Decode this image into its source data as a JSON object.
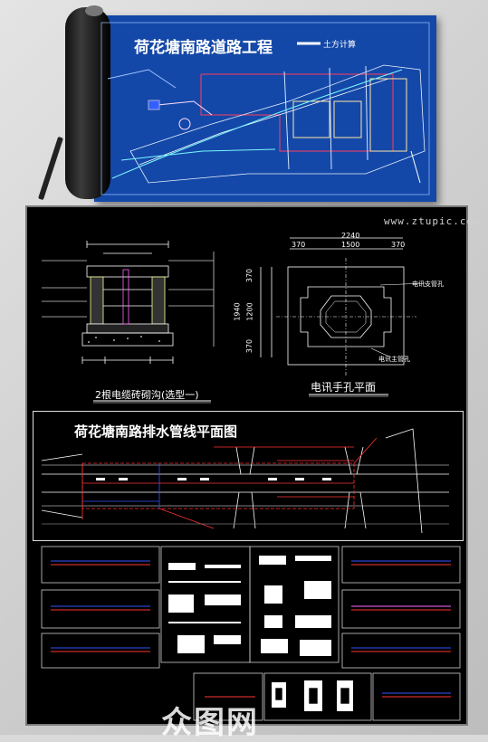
{
  "banner": {
    "title": "荷花塘南路道路工程",
    "note": "土方计算"
  },
  "watermark": "www.ztupic.com",
  "cable_trench": {
    "caption": "2根电缆砖砌沟(选型一)"
  },
  "hand_hole": {
    "caption": "电讯手孔平面",
    "dim_top_total": "2240",
    "dim_top_left": "370",
    "dim_top_mid": "1500",
    "dim_top_right": "370",
    "dim_side_total": "1940",
    "dim_side_top": "370",
    "dim_side_mid": "1200",
    "dim_side_bottom": "370",
    "label_pipe_a": "电讯支管孔",
    "label_pipe_b": "电讯主管孔"
  },
  "drain_plan": {
    "title": "荷花塘南路排水管线平面图"
  },
  "logo": "众图网",
  "colors": {
    "banner_bg": "#1448a8",
    "board_bg": "#000000",
    "cad_red": "#ff3333",
    "cad_cyan": "#4de6ff",
    "cad_white": "#ffffff",
    "cad_yellow": "#ffff66"
  }
}
